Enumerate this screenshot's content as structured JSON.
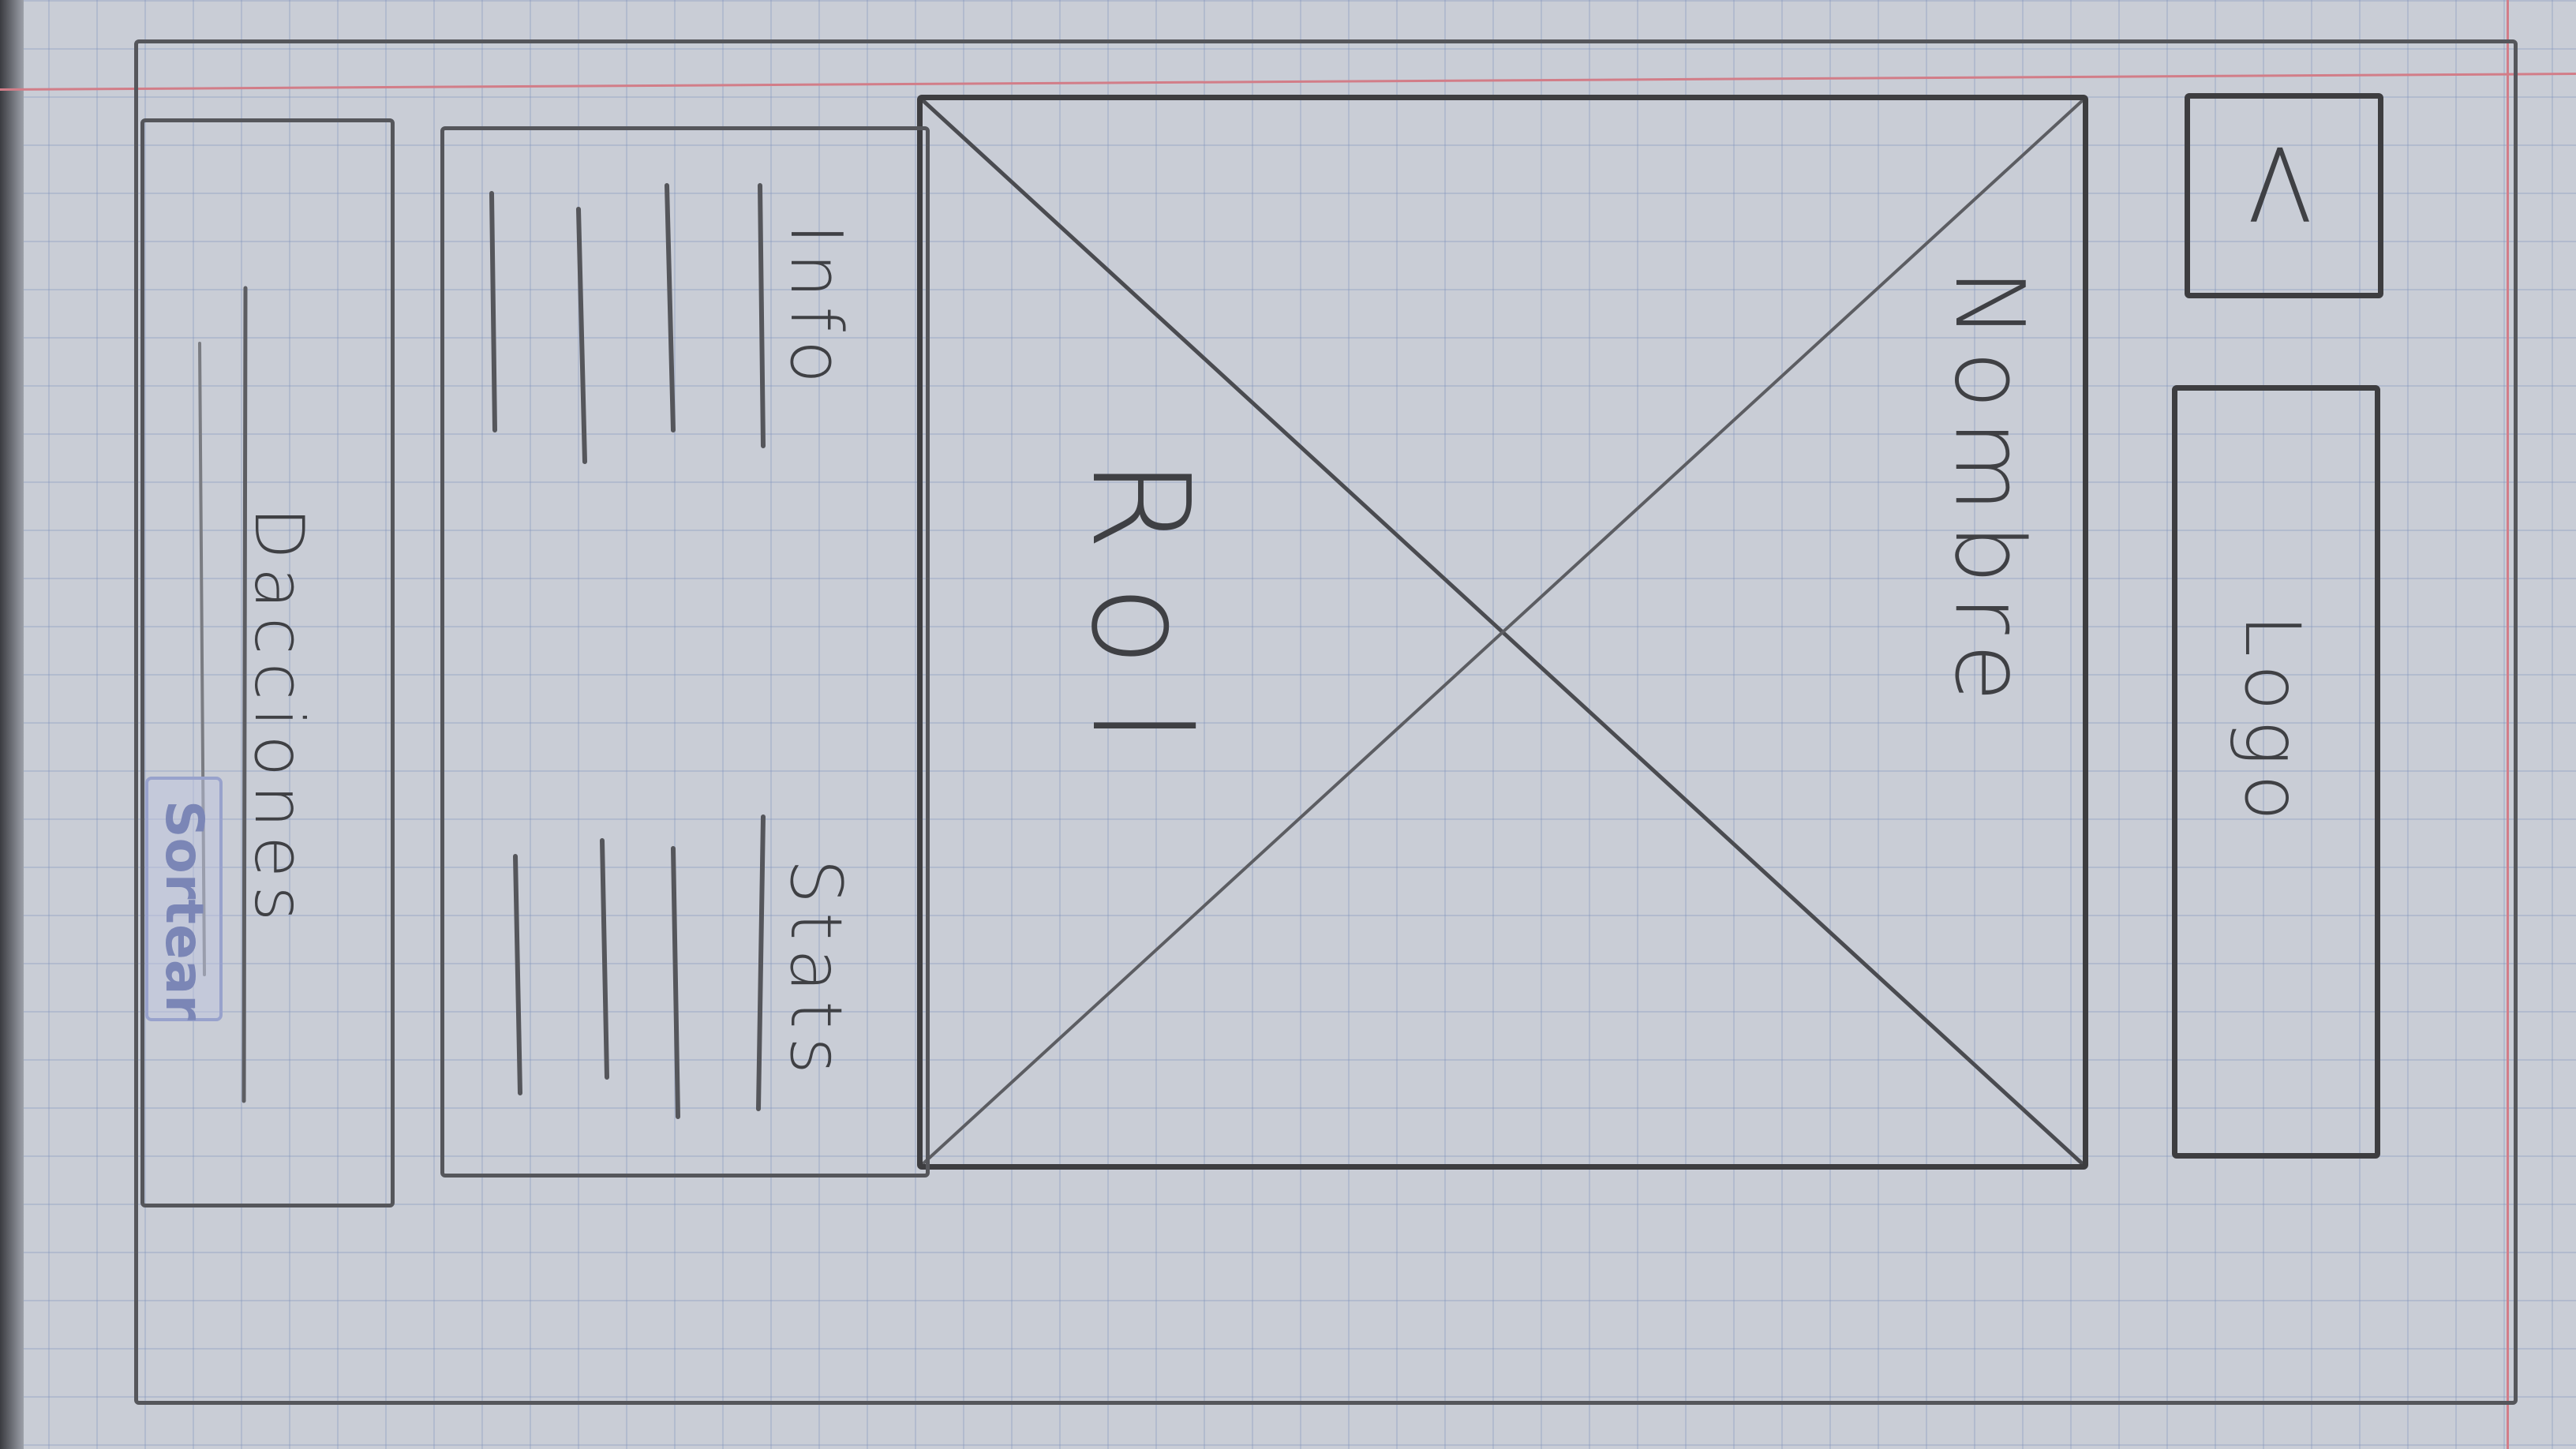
{
  "sketch": {
    "back_label": "<",
    "logo_label": "Logo",
    "name_label": "Nombre",
    "role_label": "Rol",
    "info_label": "Info",
    "stats_label": "Stats",
    "actions_label": "Dacciones",
    "button_label": "Sortear"
  },
  "colors": {
    "paper": "#c9cdd6",
    "pencil": "#3d3d40",
    "grid": "#788cb9",
    "margin": "#d27d88",
    "stamp": "#7b86b6"
  }
}
